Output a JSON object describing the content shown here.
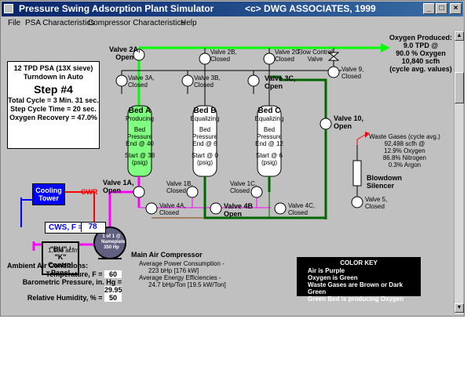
{
  "window": {
    "title": "Pressure Swing Adsorption Plant Simulator",
    "title_right": "<c> DWG ASSOCIATES, 1999",
    "minimize": "_",
    "maximize": "□",
    "close": "×"
  },
  "menu": [
    "File",
    "PSA Characteristics",
    "Compressor Characteristics",
    "Help"
  ],
  "status": {
    "line1": "12 TPD PSA (13X sieve)",
    "line2": "Turndown in Auto",
    "step": "Step #4",
    "total_cycle": "Total Cycle = 3 Min. 31 sec.",
    "step_cycle": "Step Cycle Time = 20 sec.",
    "oxygen_recovery": "Oxygen Recovery = 47.0%"
  },
  "oxygen_produced": {
    "title": "Oxygen Produced:",
    "line1": "9.0   TPD @",
    "line2": "90.0  % Oxygen",
    "line3": "10,840 scfh",
    "line4": "(cycle avg. values)"
  },
  "waste_gases": {
    "title": "Waste Gases (cycle avg.)",
    "flow": "92,498 scfh @",
    "oxygen": "12.9% Oxygen",
    "nitrogen": "86.8% Nitrogen",
    "argon": "0.3% Argon"
  },
  "beds": {
    "a": {
      "name": "Bed A",
      "state": "Producing",
      "p1": "Bed",
      "p2": "Pressure",
      "p3": "End @ 40",
      "p4": "Start @ 38",
      "p5": "(psig)"
    },
    "b": {
      "name": "Bed B",
      "state": "Equalizing",
      "p1": "Bed",
      "p2": "Pressure",
      "p3": "End @ 6",
      "p4": "Start @ 0",
      "p5": "(psig)"
    },
    "c": {
      "name": "Bed C",
      "state": "Equalizing",
      "p1": "Bed",
      "p2": "Pressure",
      "p3": "End @ 12",
      "p4": "Start @ 6",
      "p5": "(psig)"
    }
  },
  "valves": {
    "v2a": {
      "name": "Valve 2A,",
      "state": "Open"
    },
    "v2b": {
      "name": "Valve 2B,",
      "state": "Closed"
    },
    "v2c": {
      "name": "Valve 2C,",
      "state": "Closed"
    },
    "v3a": {
      "name": "Valve 3A,",
      "state": "Closed"
    },
    "v3b": {
      "name": "Valve 3B,",
      "state": "Closed"
    },
    "v3c": {
      "name": "Valve 3C,",
      "state": "Open"
    },
    "v1a": {
      "name": "Valve 1A,",
      "state": "Open"
    },
    "v1b": {
      "name": "Valve 1B,",
      "state": "Closed"
    },
    "v1c": {
      "name": "Valve 1C,",
      "state": "Closed"
    },
    "v4a": {
      "name": "Valve 4A,",
      "state": "Closed"
    },
    "v4b": {
      "name": "Valve 4B",
      "state": "Open"
    },
    "v4c": {
      "name": "Valve 4C,",
      "state": "Closed"
    },
    "v9": {
      "name": "Valve 9,",
      "state": "Closed"
    },
    "v10": {
      "name": "Valve 10,",
      "state": "Open"
    },
    "v5": {
      "name": "Valve 5,",
      "state": "Closed"
    },
    "flow_control": {
      "name": "Flow Control",
      "state": "Valve"
    }
  },
  "blowdown": {
    "line1": "Blowdown",
    "line2": "Silencer"
  },
  "cooling_tower": {
    "line1": "Cooling",
    "line2": "Tower"
  },
  "cwr": "CWR",
  "cws": {
    "label": "CWS, F =",
    "value": "78"
  },
  "control_panel": {
    "line1": "\"BU\" / \"K\"",
    "line2": "Control",
    "line3": "Panel"
  },
  "compressor": {
    "count": "1 of 1 @",
    "nameplate": "Nameplate",
    "hp": "350 Hp",
    "title": "Main Air Compressor",
    "power_label": "Average Power Consumption -",
    "power_value": "223 bHp   [176 kW]",
    "eff_label": "Average Energy Efficiencies -",
    "eff_value": "24.7 bHp/Ton   [19.5 kW/Ton]"
  },
  "intake": "1,536 acfm",
  "ambient": {
    "title": "Ambient Air Conditions:",
    "temp_label": "Temperature, F =",
    "temp_value": "60",
    "baro_label": "Barometric Pressure, in. Hg =",
    "baro_value": "29.95",
    "rh_label": "Relative Humidity, % =",
    "rh_value": "50"
  },
  "color_key": {
    "title": "COLOR KEY",
    "air": "Air is Purple",
    "oxygen": "Oxygen is Green",
    "waste": "Waste Gases are Brown or Dark Green",
    "green_bed": "Green Bed is producing Oxygen"
  },
  "colors": {
    "air": "#ff00ff",
    "oxygen": "#00ff00",
    "waste": "#006600",
    "brown": "#804000",
    "cwr": "#ff0000",
    "cws": "#0000ff"
  }
}
